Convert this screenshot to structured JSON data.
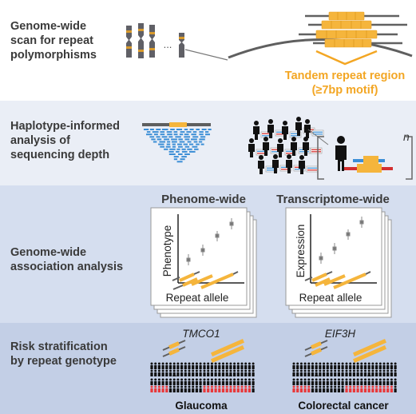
{
  "steps": [
    "Genome-wide\nscan for repeat\npolymorphisms",
    "Haplotype-informed\nanalysis of\nsequencing depth",
    "Genome-wide\nassociation analysis",
    "Risk stratification\nby repeat genotype"
  ],
  "scan": {
    "ellipsis": "...",
    "region_line1": "Tandem repeat region",
    "region_line2": "(≥7bp motif)"
  },
  "haplotype": {
    "exponent": "n"
  },
  "gwas": {
    "phenome_title": "Phenome-wide",
    "phenome_ylabel": "Phenotype",
    "phenome_xlabel": "Repeat allele",
    "transcriptome_title": "Transcriptome-wide",
    "transcriptome_ylabel": "Expression",
    "transcriptome_xlabel": "Repeat allele"
  },
  "risk": {
    "gene1": "TMCO1",
    "gene2": "EIF3H",
    "ellipsis": "...",
    "disease1": "Glaucoma",
    "disease2": "Colorectal cancer"
  },
  "colors": {
    "repeat": "#f5b53c",
    "title_orange": "#f3a623",
    "case_red": "#e8383a",
    "read_blue": "#3b8ed6",
    "hap_blue": "#3b8ed6",
    "hap_red": "#d32f2f"
  }
}
